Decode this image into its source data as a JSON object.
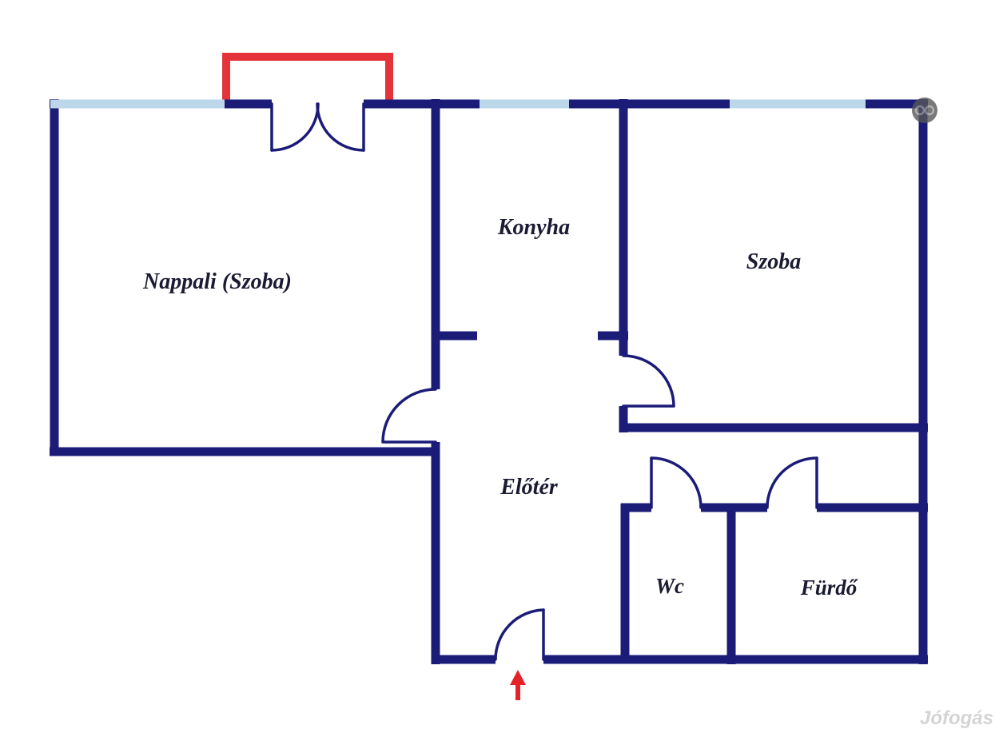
{
  "rooms": {
    "living": "Nappali (Szoba)",
    "kitchen": "Konyha",
    "room": "Szoba",
    "hall": "Előtér",
    "wc": "Wc",
    "bath": "Fürdő"
  },
  "watermark": "Jófogás",
  "colors": {
    "wall": "#1b1b78",
    "window": "#bdd7ea",
    "balcony": "#e5333a",
    "arrow": "#e42328",
    "label": "#1a1a33",
    "watermark_gray": "#c6c6c6",
    "badge_gray": "#585858",
    "badge_inner": "#9c9c9c",
    "background": "#ffffff"
  }
}
